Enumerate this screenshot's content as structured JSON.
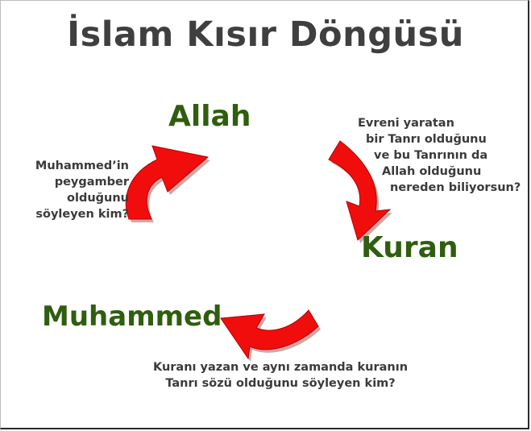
{
  "title": "İslam Kısır Döngüsü",
  "nodes": {
    "allah": "Allah",
    "kuran": "Kuran",
    "muhammed": "Muhammed"
  },
  "questions": {
    "left": [
      "Muhammed’in",
      "peygamber",
      "olduğunu",
      "söyleyen kim?"
    ],
    "right": [
      "Evreni yaratan",
      "bir Tanrı olduğunu",
      "ve bu Tanrının da",
      "Allah olduğunu",
      "nereden biliyorsun?"
    ],
    "bottom": [
      "Kuranı yazan ve aynı zamanda kuranın",
      "Tanrı sözü olduğunu söyleyen kim?"
    ]
  },
  "colors": {
    "arrow_fill": "#f20d0d",
    "arrow_shadow": "#7a0000",
    "node_text": "#2f5e0e",
    "title_text": "#3f3f3f",
    "question_text": "#3a3a3a"
  }
}
